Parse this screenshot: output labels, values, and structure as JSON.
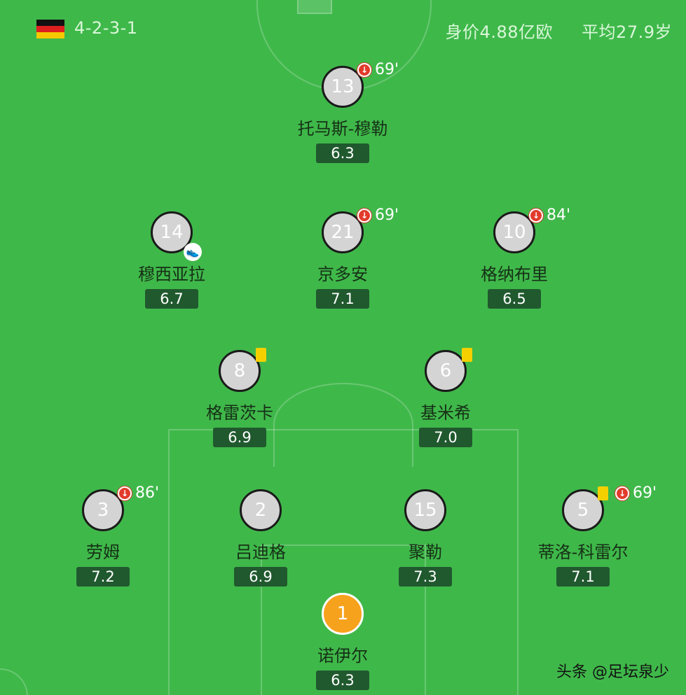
{
  "header": {
    "formation": "4-2-3-1",
    "market_value": "身价4.88亿欧",
    "avg_age": "平均27.9岁"
  },
  "colors": {
    "pitch": "#3fb84a",
    "rating_bg": "#20592e",
    "yellow_card": "#f5d000",
    "sub_icon": "#e23b2b",
    "keeper": "#f7a21c"
  },
  "icons": {
    "flag": "flag-germany-icon",
    "sub_off": "sub-off-icon",
    "yellow_card": "yellow-card-icon",
    "boot": "boot-icon"
  },
  "players": [
    {
      "number": "13",
      "name": "托马斯-穆勒",
      "rating": "6.3",
      "sub_minute": "69'"
    },
    {
      "number": "14",
      "name": "穆西亚拉",
      "rating": "6.7"
    },
    {
      "number": "21",
      "name": "京多安",
      "rating": "7.1",
      "sub_minute": "69'"
    },
    {
      "number": "10",
      "name": "格纳布里",
      "rating": "6.5",
      "sub_minute": "84'"
    },
    {
      "number": "8",
      "name": "格雷茨卡",
      "rating": "6.9"
    },
    {
      "number": "6",
      "name": "基米希",
      "rating": "7.0"
    },
    {
      "number": "3",
      "name": "劳姆",
      "rating": "7.2",
      "sub_minute": "86'"
    },
    {
      "number": "2",
      "name": "吕迪格",
      "rating": "6.9"
    },
    {
      "number": "15",
      "name": "聚勒",
      "rating": "7.3"
    },
    {
      "number": "5",
      "name": "蒂洛-科雷尔",
      "rating": "7.1",
      "sub_minute": "69'"
    },
    {
      "number": "1",
      "name": "诺伊尔",
      "rating": "6.3"
    }
  ],
  "watermark": "头条 @足坛泉少"
}
